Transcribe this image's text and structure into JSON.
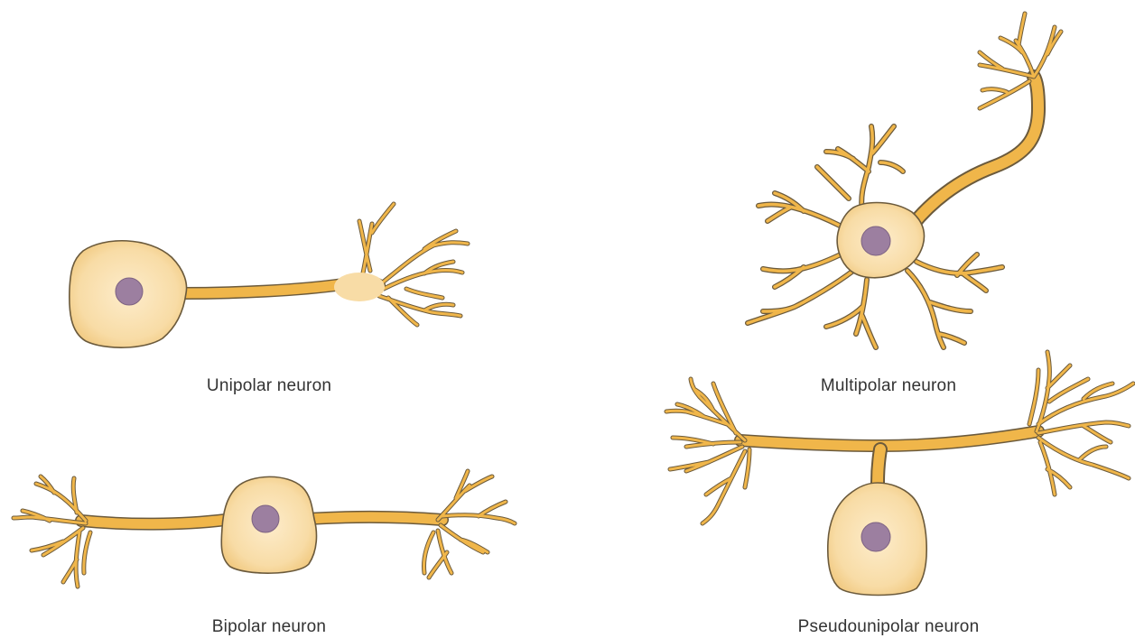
{
  "labels": {
    "unipolar": "Unipolar neuron",
    "bipolar": "Bipolar neuron",
    "multipolar": "Multipolar neuron",
    "pseudounipolar": "Pseudounipolar neuron"
  },
  "colors": {
    "soma_center": "#fbe6bf",
    "soma_edge": "#f2cc84",
    "process": "#f0b64a",
    "outline": "#6b5a3c",
    "nucleus": "#9c7fa0"
  }
}
